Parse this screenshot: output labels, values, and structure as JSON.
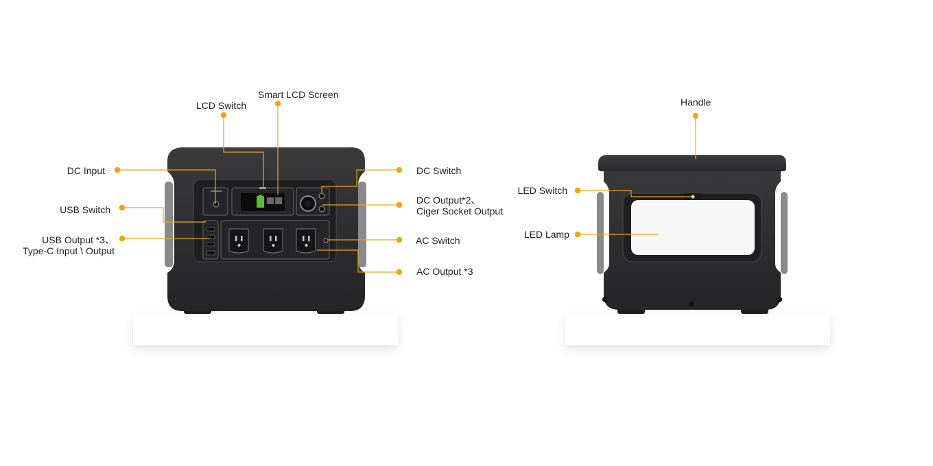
{
  "front_labels": {
    "lcd_switch": "LCD Switch",
    "smart_lcd_screen": "Smart LCD Screen",
    "dc_input": "DC Input",
    "usb_switch": "USB Switch",
    "usb_output_line1": "USB Output *3、",
    "usb_output_line2": "Type-C Input \\ Output",
    "dc_switch": "DC Switch",
    "dc_output_line1": "DC Output*2、",
    "dc_output_line2": "Ciger Socket Output",
    "ac_switch": "AC Switch",
    "ac_output": "AC Output *3"
  },
  "back_labels": {
    "handle": "Handle",
    "led_switch": "LED Switch",
    "led_lamp": "LED Lamp"
  },
  "colors": {
    "callout": "#f2a40d",
    "body": "#2d2d2f",
    "panel": "#232325",
    "lamp": "#f7f7f7"
  }
}
